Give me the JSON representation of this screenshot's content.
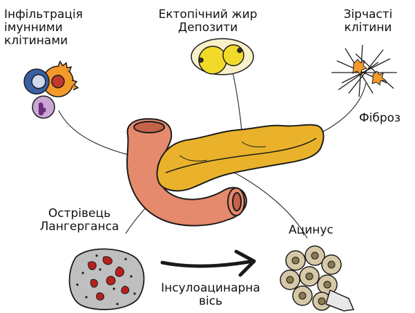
{
  "labels": {
    "immune": {
      "lines": [
        "Інфільтрація",
        "імунними",
        "клітинами"
      ]
    },
    "fat": {
      "lines": [
        "Ектопічний жир",
        "Депозити"
      ]
    },
    "stellate": {
      "lines": [
        "Зірчасті",
        "клітини"
      ]
    },
    "fibrosis": {
      "text": "Фіброз"
    },
    "islet": {
      "lines": [
        "Острівець",
        "Лангерганса"
      ]
    },
    "acinus": {
      "text": "Ацинус"
    },
    "axis": {
      "lines": [
        "Інсулоацинарна",
        "вісь"
      ]
    }
  },
  "colors": {
    "pancreas": "#e9b22a",
    "duodenum": "#e58a6c",
    "outline": "#1a1a1a",
    "fat_cell": "#f2da2a",
    "immune_blue": "#3a5fa5",
    "immune_orange": "#f39a2a",
    "neutrophil": "#c9a6d6",
    "islet_red": "#b82020",
    "acinar_tan": "#d6c9a8"
  },
  "icons": {
    "immune_cells": "immune-cells-icon",
    "fat_cells": "fat-droplets-icon",
    "stellate_cells": "stellate-cells-icon",
    "islet": "islet-icon",
    "acinus": "acinus-icon",
    "axis_arrow": "right-arrow-icon"
  }
}
